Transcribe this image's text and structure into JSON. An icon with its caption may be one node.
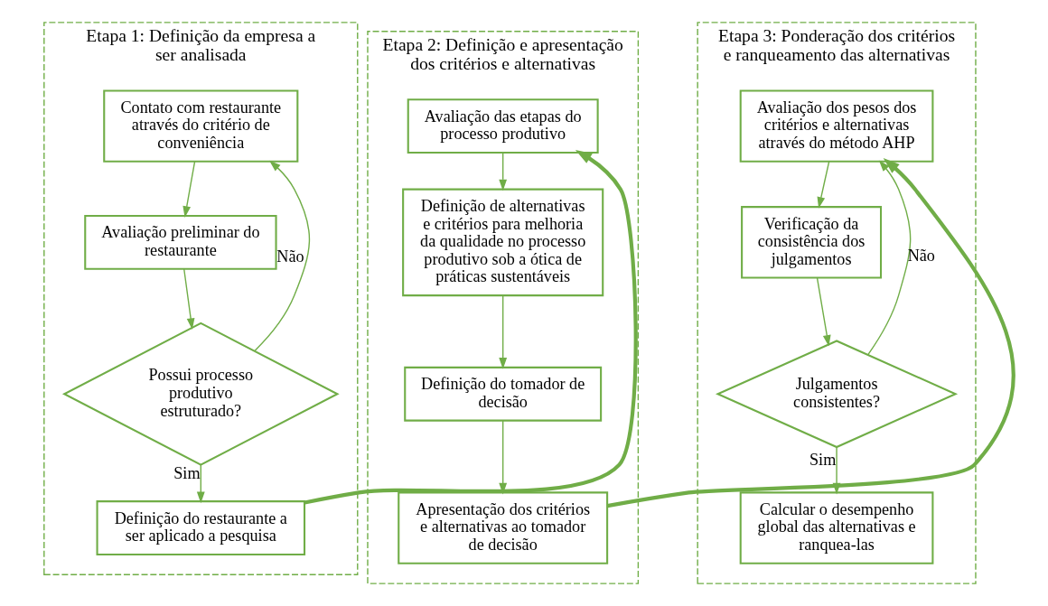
{
  "diagram": {
    "nodes": [
      {
        "text": [
          "Etapa 1: Definição da empresa a ser analisada"
        ]
      },
      {
        "text": [
          "Contato com restaurante através do critério de conveniência"
        ],
        "in": 0
      },
      {
        "text": [
          "Avaliação preliminar do restaurante"
        ],
        "in": 0
      },
      {
        "text": [
          "Possui processo produtivo estruturado?"
        ],
        "in": 0
      },
      {
        "text": [
          "Definição do restaurante a ser aplicado a pesquisa"
        ],
        "in": 0
      },
      {
        "text": [
          "Etapa 2: Definição e apresentação dos critérios e alternativas"
        ]
      },
      {
        "text": [
          "Avaliação das etapas do processo produtivo"
        ],
        "in": 5
      },
      {
        "text": [
          "Definição de alternativas e critérios para melhoria da qualidade no processo produtivo sob a ótica de práticas sustentáveis"
        ],
        "in": 5
      },
      {
        "text": [
          "Definição do tomador de decisão"
        ],
        "in": 5
      },
      {
        "text": [
          "Apresentação dos critérios e alternativas ao tomador de decisão"
        ],
        "in": 5
      },
      {
        "text": [
          "Etapa 3: Ponderação dos critérios e ranqueamento das alternativas"
        ]
      },
      {
        "text": [
          "Avaliação dos pesos dos critérios e alternativas através do método AHP"
        ],
        "in": 10
      },
      {
        "text": [
          "Verificação da consistência dos julgamentos"
        ],
        "in": 10
      },
      {
        "text": [
          "Julgamentos consistentes?"
        ],
        "in": 10
      },
      {
        "text": [
          "Calcular o desempenho global das alternativas e ranquea-las"
        ],
        "in": 10
      }
    ],
    "edges": [
      {
        "from": 1,
        "to": 2,
        "arrow": "to"
      },
      {
        "from": 2,
        "to": 3,
        "arrow": "to"
      },
      {
        "from": 3,
        "to": 1,
        "arrow": "to",
        "label": "Não"
      },
      {
        "from": 3,
        "to": 4,
        "arrow": "to",
        "label": "Sim"
      },
      {
        "from": 4,
        "to": 6,
        "arrow": "to",
        "style": "thick"
      },
      {
        "from": 6,
        "to": 7,
        "arrow": "to"
      },
      {
        "from": 7,
        "to": 8,
        "arrow": "to"
      },
      {
        "from": 8,
        "to": 9,
        "arrow": "to"
      },
      {
        "from": 9,
        "to": 11,
        "arrow": "to",
        "style": "thick"
      },
      {
        "from": 11,
        "to": 12,
        "arrow": "to"
      },
      {
        "from": 12,
        "to": 13,
        "arrow": "to"
      },
      {
        "from": 13,
        "to": 11,
        "arrow": "to",
        "label": "Não"
      },
      {
        "from": 13,
        "to": 14,
        "arrow": "to",
        "label": "Sim"
      }
    ]
  }
}
